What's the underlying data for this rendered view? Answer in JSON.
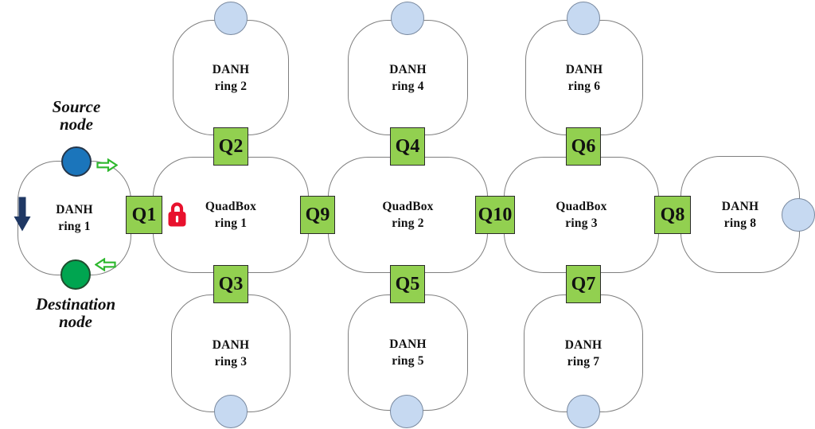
{
  "rings": {
    "danh1": {
      "line1": "DANH",
      "line2": "ring 1"
    },
    "danh2": {
      "line1": "DANH",
      "line2": "ring 2"
    },
    "danh3": {
      "line1": "DANH",
      "line2": "ring 3"
    },
    "danh4": {
      "line1": "DANH",
      "line2": "ring 4"
    },
    "danh5": {
      "line1": "DANH",
      "line2": "ring 5"
    },
    "danh6": {
      "line1": "DANH",
      "line2": "ring 6"
    },
    "danh7": {
      "line1": "DANH",
      "line2": "ring 7"
    },
    "danh8": {
      "line1": "DANH",
      "line2": "ring 8"
    },
    "quad1": {
      "line1": "QuadBox",
      "line2": "ring 1"
    },
    "quad2": {
      "line1": "QuadBox",
      "line2": "ring 2"
    },
    "quad3": {
      "line1": "QuadBox",
      "line2": "ring 3"
    }
  },
  "quadbox_switches": {
    "q1": "Q1",
    "q2": "Q2",
    "q3": "Q3",
    "q4": "Q4",
    "q5": "Q5",
    "q6": "Q6",
    "q7": "Q7",
    "q8": "Q8",
    "q9": "Q9",
    "q10": "Q10"
  },
  "annotations": {
    "source": {
      "line1": "Source",
      "line2": "node"
    },
    "destination": {
      "line1": "Destination",
      "line2": "node"
    }
  },
  "icons": {
    "lock": "red-padlock-icon",
    "down_arrow": "navy-down-arrow-icon",
    "source_flow": "green-right-arrow-icon",
    "destination_flow": "green-left-arrow-icon"
  },
  "colors": {
    "qbox_fill": "#92d050",
    "qbox_border": "#2b2b2b",
    "ring_border": "#7f7f7f",
    "node_fill": "#c6d9f1",
    "node_border": "#7a8aa0",
    "source_node_fill": "#1b75bb",
    "destination_node_fill": "#00a550",
    "lock_red": "#e8112d",
    "arrow_navy": "#1f3864",
    "arrow_green": "#2eb82e"
  }
}
